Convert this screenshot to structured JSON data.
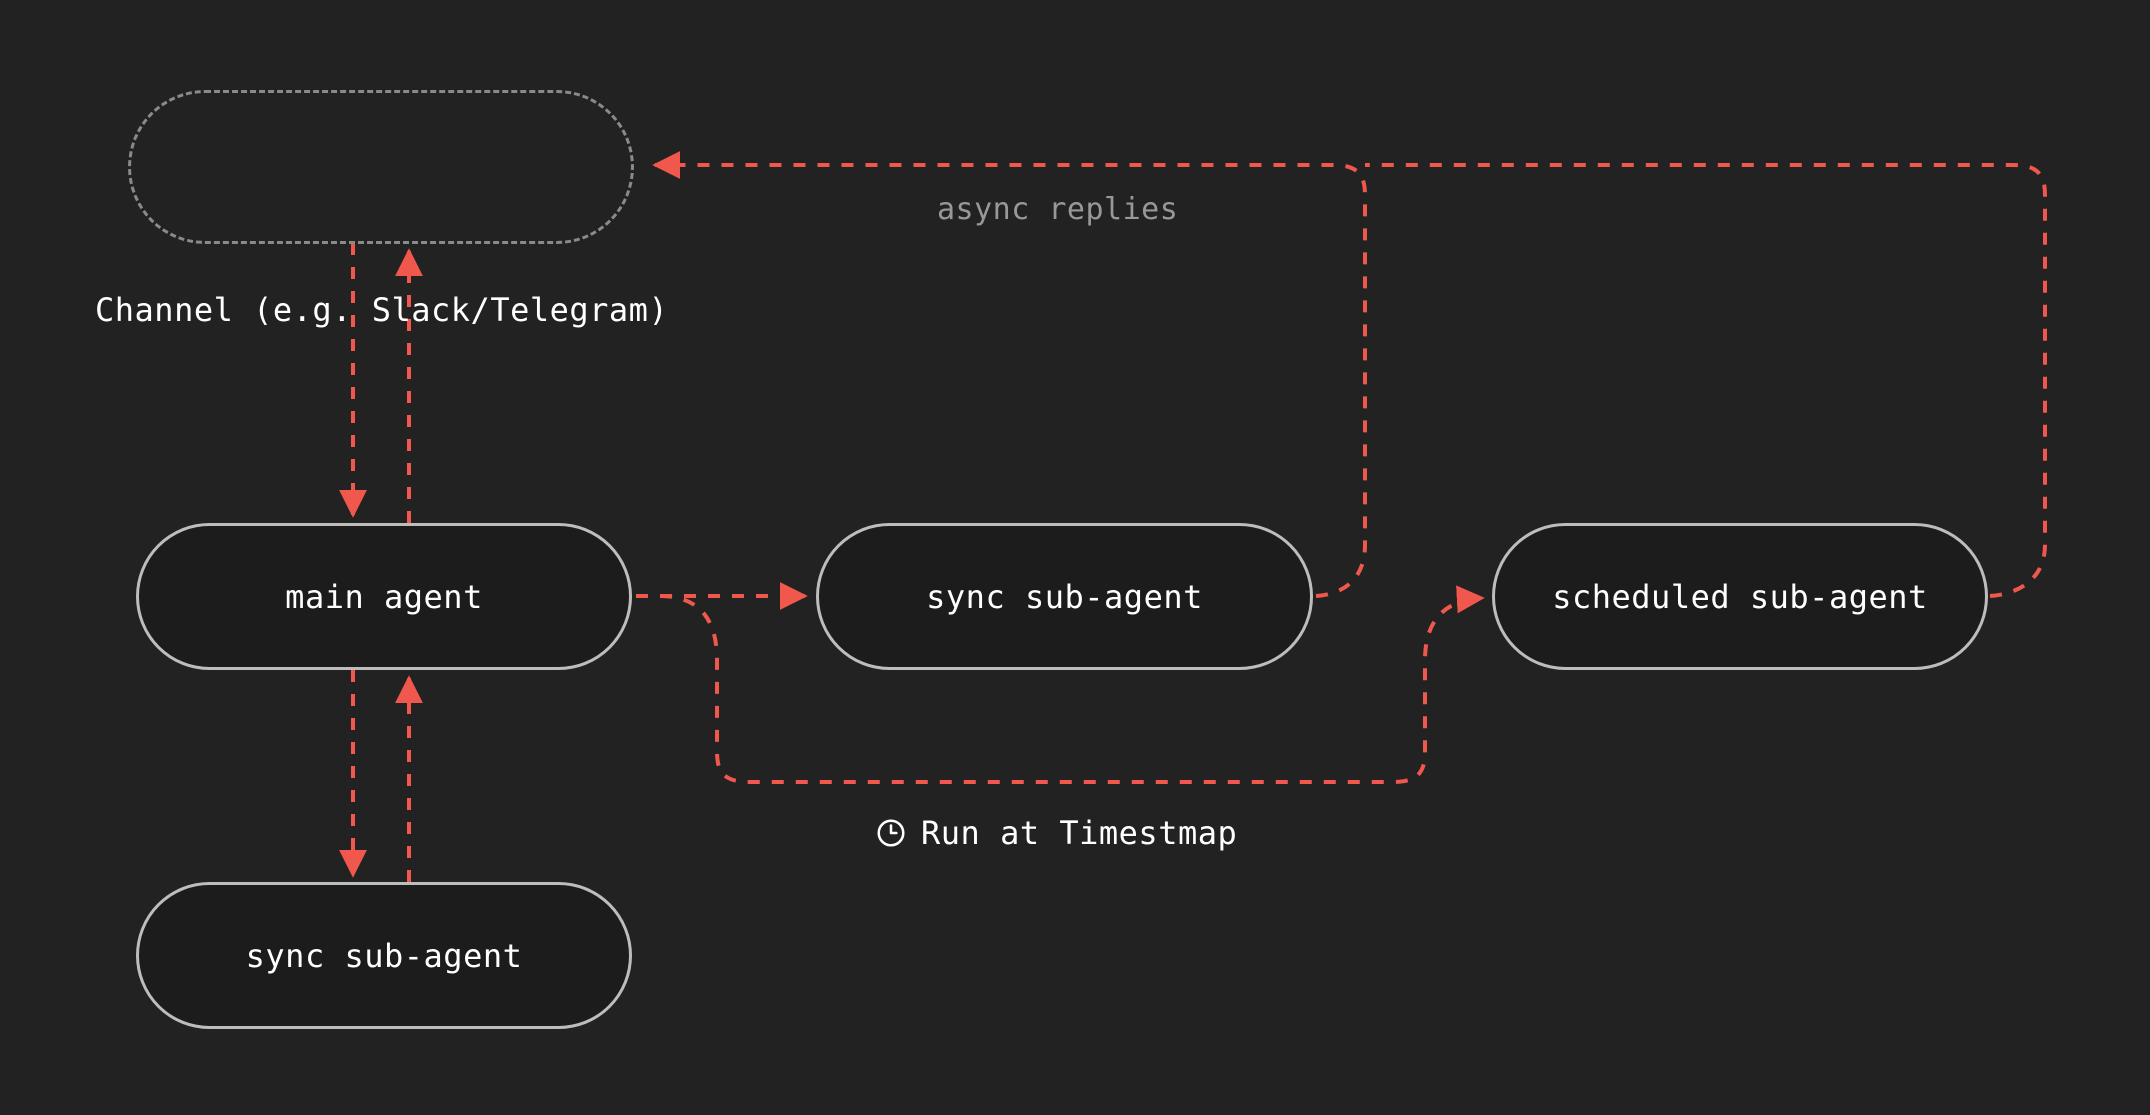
{
  "diagram": {
    "title": "agent messaging topology",
    "background_color": "#222222",
    "node_fill": "#1c1c1c",
    "node_border_color": "#bfbcbc",
    "dashed_node_border_color": "#8a8a8a",
    "edge_color": "#f0584d",
    "edge_label_color": "#9a9896",
    "text_color": "#ffffff"
  },
  "nodes": {
    "channel": {
      "label": "",
      "caption": "Channel (e.g. Slack/Telegram)"
    },
    "main_agent": {
      "label": "main agent"
    },
    "sync_sub_agent_mid": {
      "label": "sync sub-agent"
    },
    "scheduled_sub_agent": {
      "label": "scheduled sub-agent"
    },
    "sync_sub_agent_bottom": {
      "label": "sync sub-agent"
    }
  },
  "edge_labels": {
    "async_replies": "async replies",
    "run_at_timestamp": "Run at Timestmap",
    "clock_icon": "clock-icon"
  }
}
